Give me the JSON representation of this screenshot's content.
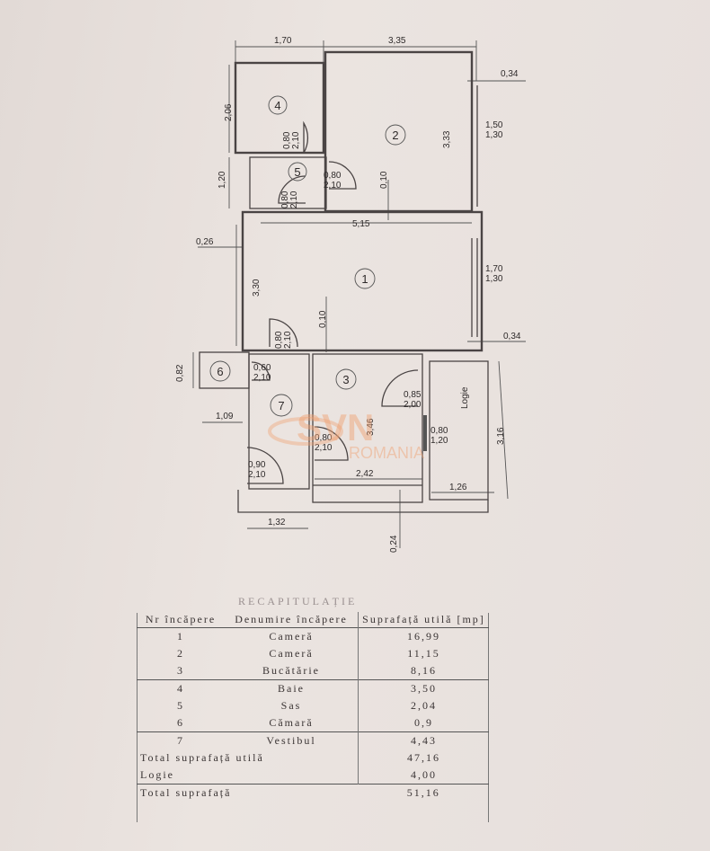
{
  "plan": {
    "rooms": [
      {
        "number": "1"
      },
      {
        "number": "2"
      },
      {
        "number": "3"
      },
      {
        "number": "4"
      },
      {
        "number": "5"
      },
      {
        "number": "6"
      },
      {
        "number": "7"
      }
    ],
    "logia_label": "Logie",
    "dimensions": {
      "top_left": "1,70",
      "top_right": "3,35",
      "right_top_offset": "0,34",
      "room4_height": "2,06",
      "room2_height": "3,33",
      "window2": "1,50",
      "window2_h": "1,30",
      "room5_height": "1,20",
      "wall_thickness_top": "0,10",
      "room1_width": "5,15",
      "left_offset": "0,26",
      "room1_height": "3,30",
      "window1": "1,70",
      "window1_h": "1,30",
      "wall_thickness_mid": "0,10",
      "right_mid_offset": "0,34",
      "room6_height": "0,82",
      "room6_width": "1,09",
      "room3_height": "3,46",
      "room3_width": "2,42",
      "logia_height": "3,16",
      "logia_width": "1,26",
      "room7_width": "1,32",
      "bottom_offset": "0,24"
    },
    "doors": [
      {
        "w": "0,80",
        "h": "2,10"
      },
      {
        "w": "0,80",
        "h": "2,10"
      },
      {
        "w": "0,80",
        "h": "2,10"
      },
      {
        "w": "0,80",
        "h": "2,10"
      },
      {
        "w": "0,60",
        "h": "2,10"
      },
      {
        "w": "0,85",
        "h": "2,00"
      },
      {
        "w": "0,80",
        "h": "1,20"
      },
      {
        "w": "0,80",
        "h": "2,10"
      },
      {
        "w": "0,90",
        "h": "2,10"
      }
    ],
    "watermark": "SVN ROMANIA",
    "accent_color": "#f0a070"
  },
  "recap": {
    "title": "RECAPITULAȚIE",
    "headers": [
      "Nr încăpere",
      "Denumire încăpere",
      "Suprafață utilă [mp]"
    ],
    "rows": [
      {
        "nr": "1",
        "name": "Cameră",
        "area": "16,99"
      },
      {
        "nr": "2",
        "name": "Cameră",
        "area": "11,15"
      },
      {
        "nr": "3",
        "name": "Bucătărie",
        "area": "8,16"
      },
      {
        "nr": "4",
        "name": "Baie",
        "area": "3,50"
      },
      {
        "nr": "5",
        "name": "Sas",
        "area": "2,04"
      },
      {
        "nr": "6",
        "name": "Cămară",
        "area": "0,9"
      },
      {
        "nr": "7",
        "name": "Vestibul",
        "area": "4,43"
      }
    ],
    "total_useful_label": "Total suprafață utilă",
    "total_useful": "47,16",
    "logia_label": "Logie",
    "logia_area": "4,00",
    "total_label": "Total suprafață",
    "total": "51,16"
  }
}
